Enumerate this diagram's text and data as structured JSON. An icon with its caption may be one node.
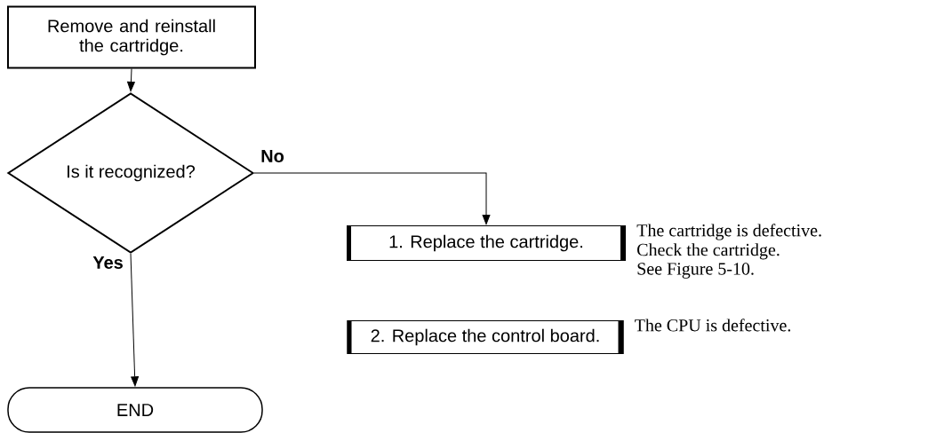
{
  "diagram": {
    "nodes": [
      {
        "text": [
          "Remove and reinstall the cartridge."
        ]
      },
      {
        "text": [
          "Is it recognized?"
        ]
      },
      {
        "text": [
          "1. Replace the cartridge."
        ],
        "beside": [
          "The cartridge is defective.",
          "Check the cartridge.",
          "See Figure 5-10."
        ]
      },
      {
        "text": [
          "2. Replace the control board."
        ],
        "beside": [
          "The CPU is defective."
        ]
      },
      {
        "text": [
          "END"
        ]
      }
    ],
    "edges": [
      {
        "from": 0,
        "to": 1,
        "arrow": "to"
      },
      {
        "from": 1,
        "to": 2,
        "arrow": "to",
        "label": "No"
      },
      {
        "from": 1,
        "to": 4,
        "arrow": "to",
        "label": "Yes"
      }
    ]
  }
}
